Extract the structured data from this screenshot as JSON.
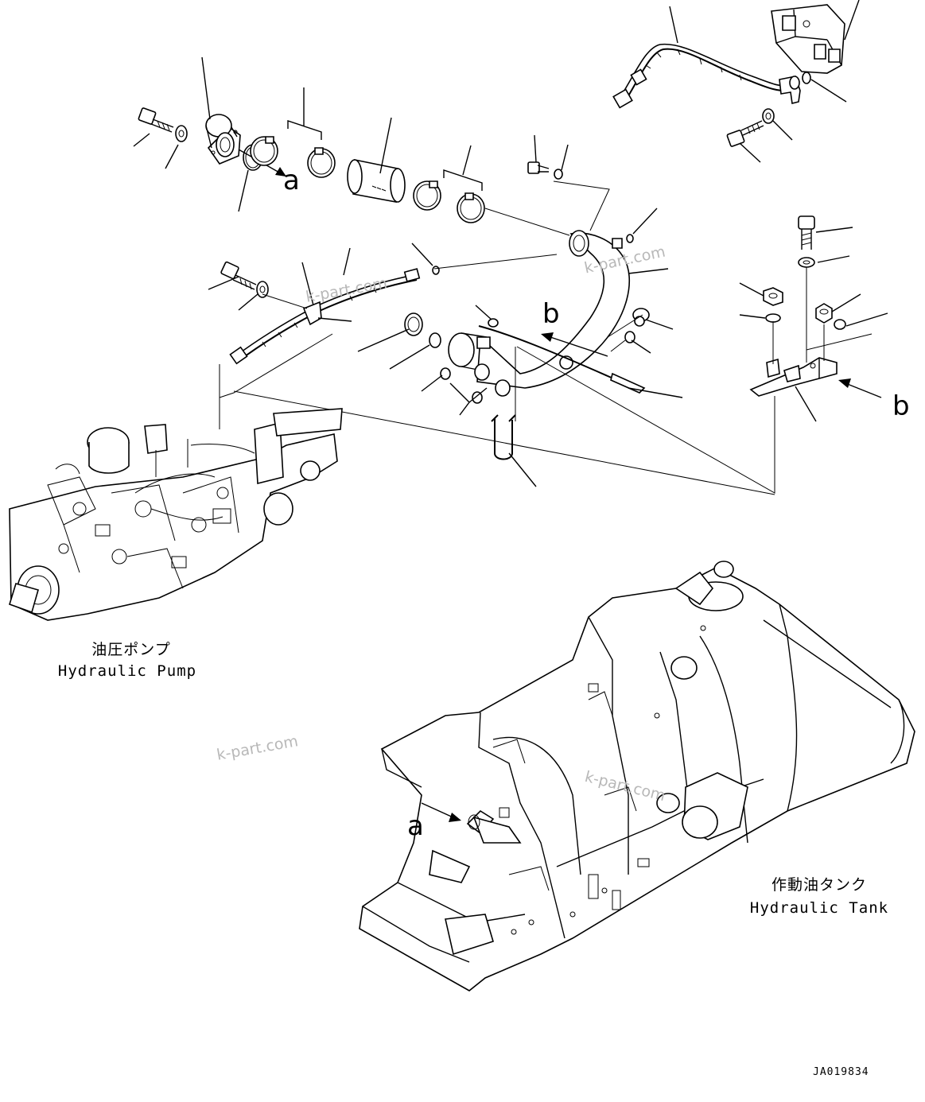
{
  "callouts": {
    "a_top": "a",
    "a_bottom": "a",
    "b_left": "b",
    "b_right": "b"
  },
  "captions": {
    "pump_jp": "油圧ポンプ",
    "pump_en": "Hydraulic Pump",
    "tank_jp": "作動油タンク",
    "tank_en": "Hydraulic Tank"
  },
  "watermarks": [
    "k-part.com",
    "k-part.com",
    "k-part.com",
    "k-part.com"
  ],
  "drawing_code": "JA019834"
}
